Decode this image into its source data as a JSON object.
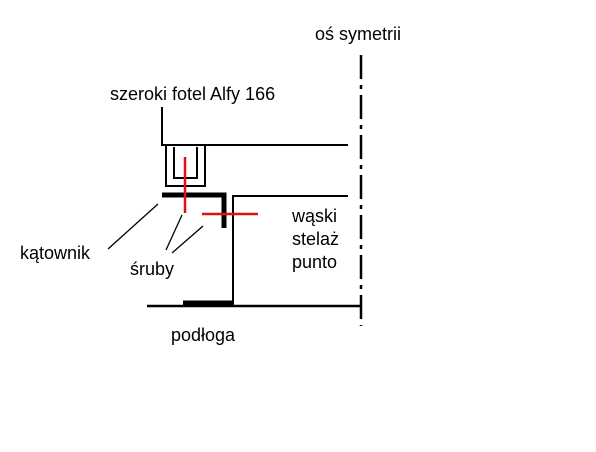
{
  "labels": {
    "symmetry_axis": "oś symetrii",
    "seat": "szeroki fotel Alfy 166",
    "angle_bracket": "kątownik",
    "screws": "śruby",
    "frame_line1": "wąski",
    "frame_line2": "stelaż",
    "frame_line3": "punto",
    "floor": "podłoga"
  },
  "colors": {
    "ink": "#000000",
    "screw_marks": "#dd1111",
    "background": "#ffffff"
  }
}
